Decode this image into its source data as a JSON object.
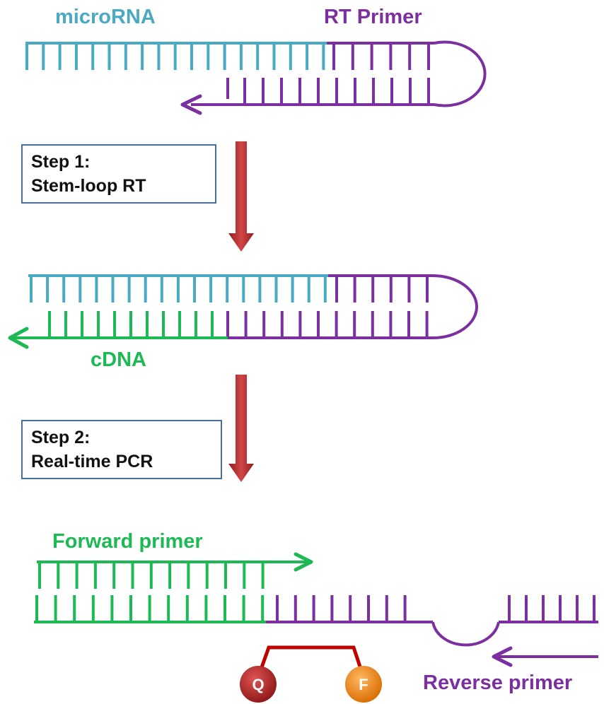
{
  "labels": {
    "microrna": "microRNA",
    "rt_primer": "RT Primer",
    "cdna": "cDNA",
    "forward_primer": "Forward primer",
    "reverse_primer": "Reverse primer",
    "quencher": "Q",
    "fluorophore": "F"
  },
  "steps": [
    {
      "line1": "Step 1:",
      "line2": "Stem-loop RT"
    },
    {
      "line1": "Step 2:",
      "line2": "Real-time PCR"
    }
  ],
  "colors": {
    "microrna": "#4aaac4",
    "rt_primer": "#7b2fa0",
    "cdna": "#1db954",
    "step_arrow": "#b03030",
    "probe_link": "#c00000",
    "quencher": "#b22222",
    "fluorophore": "#f28c1a",
    "box_border": "#4a6f9a"
  }
}
